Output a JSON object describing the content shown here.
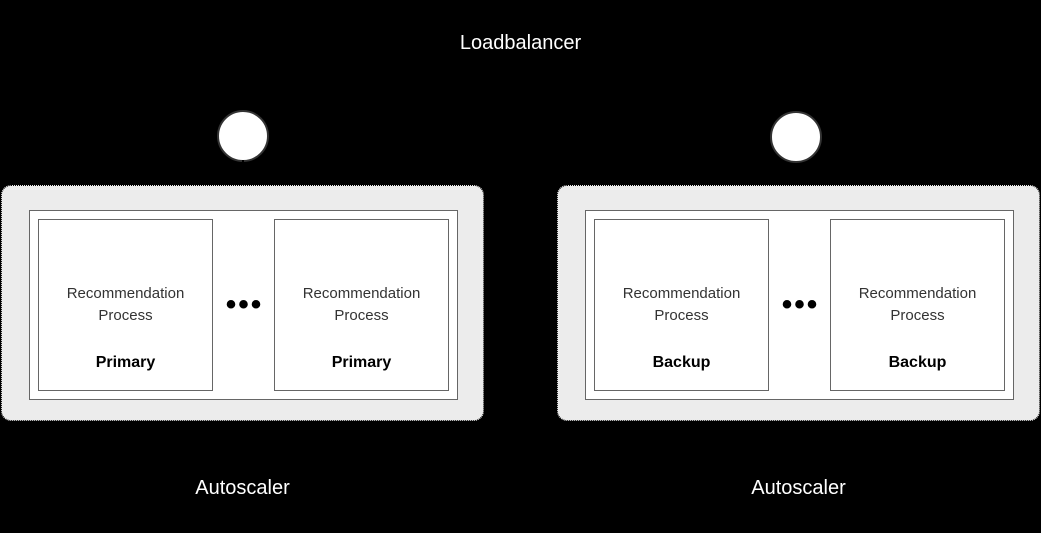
{
  "title": "Loadbalancer",
  "colors": {
    "background": "#000000",
    "label_text": "#ffffff",
    "group_background": "#ececec",
    "group_border": "#000000",
    "container_background": "#ffffff",
    "node_border": "#666666",
    "process_name_text": "#333333",
    "process_role_text": "#000000",
    "circle_fill": "#ffffff",
    "circle_border": "#333333"
  },
  "loadbalancer": {
    "nodes": [
      {
        "id": "left-node",
        "connected_to_group": true
      },
      {
        "id": "right-node",
        "connected_to_group": false
      }
    ]
  },
  "groups": [
    {
      "id": "left",
      "label": "Autoscaler",
      "ellipsis": "•••",
      "processes": [
        {
          "name": "Recommendation Process",
          "role": "Primary"
        },
        {
          "name": "Recommendation Process",
          "role": "Primary"
        }
      ]
    },
    {
      "id": "right",
      "label": "Autoscaler",
      "ellipsis": "•••",
      "processes": [
        {
          "name": "Recommendation Process",
          "role": "Backup"
        },
        {
          "name": "Recommendation Process",
          "role": "Backup"
        }
      ]
    }
  ]
}
